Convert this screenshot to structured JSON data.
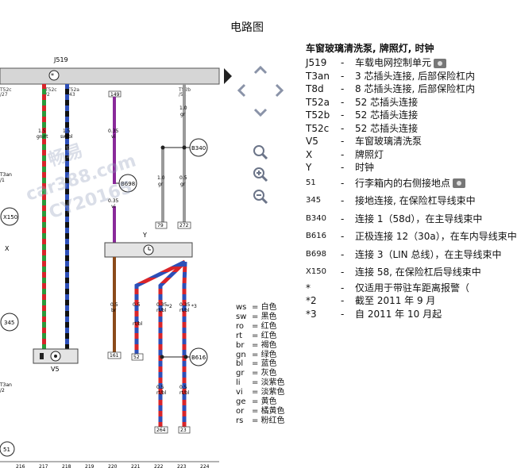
{
  "page_title": "电路图",
  "diagram": {
    "module_label": "J519",
    "connectors_top": [
      "T52c\n/27",
      "T52c\n/2",
      "T52a\n/43",
      "149",
      "T52b\n/51"
    ],
    "wire_labels": [
      {
        "gauge": "1.5",
        "color": "gn/rt"
      },
      {
        "gauge": "1.5",
        "color": "sw/bl"
      },
      {
        "gauge": "0.35",
        "color": "vi"
      },
      {
        "gauge": "1.0",
        "color": "gr"
      },
      {
        "gauge": "0.35",
        "color": "vi"
      },
      {
        "gauge": "1.0",
        "color": "gr"
      },
      {
        "gauge": "0.5",
        "color": "gr"
      },
      {
        "gauge": "0.5",
        "color": "br"
      },
      {
        "gauge": "0.5",
        "color": "rt/bl"
      },
      {
        "gauge": "0.35",
        "color": "rt/bl"
      },
      {
        "gauge": "0.35",
        "color": "rt/bl"
      },
      {
        "gauge": "0.5",
        "color": "rt/bl"
      },
      {
        "gauge": "0.5",
        "color": "rt/bl"
      }
    ],
    "bubbles": [
      "B340",
      "B698",
      "X150",
      "345",
      "B616",
      "51"
    ],
    "left_labels": [
      "T3an\n/1",
      "X",
      "T3an\n/2"
    ],
    "components": [
      "Y",
      "V5"
    ],
    "bottom_refs": [
      "79",
      "272",
      "161",
      "52",
      "264",
      "23"
    ],
    "footnote_marks": [
      "*2",
      "*3"
    ],
    "column_numbers": [
      "216",
      "217",
      "218",
      "219",
      "220",
      "221",
      "222",
      "223",
      "224"
    ],
    "watermark": [
      "畅易",
      "car388.com",
      "CY20165"
    ]
  },
  "legend": {
    "title": "车窗玻璃清洗泵, 牌照灯, 时钟",
    "items": [
      {
        "code": "J519",
        "dash": "-",
        "desc": "车载电网控制单元",
        "camera": true
      },
      {
        "code": "T3an",
        "dash": "-",
        "desc": "3 芯插头连接, 后部保险杠内"
      },
      {
        "code": "T8d",
        "dash": "-",
        "desc": "8 芯插头连接, 后部保险杠内"
      },
      {
        "code": "T52a",
        "dash": "-",
        "desc": "52 芯插头连接"
      },
      {
        "code": "T52b",
        "dash": "-",
        "desc": "52 芯插头连接"
      },
      {
        "code": "T52c",
        "dash": "-",
        "desc": "52 芯插头连接"
      },
      {
        "code": "V5",
        "dash": "-",
        "desc": "车窗玻璃清洗泵"
      },
      {
        "code": "X",
        "dash": "-",
        "desc": "牌照灯"
      },
      {
        "code": "Y",
        "dash": "-",
        "desc": "时钟"
      },
      {
        "code": "51",
        "dash": "-",
        "desc": "行李箱内的右侧接地点",
        "camera": true,
        "small": true
      },
      {
        "code": "345",
        "dash": "-",
        "desc": "接地连接, 在保险杠导线束中",
        "small": true
      },
      {
        "code": "B340",
        "dash": "-",
        "desc": "连接 1（58d），在主导线束中",
        "small": true
      },
      {
        "code": "B616",
        "dash": "-",
        "desc": "正极连接 12（30a），在车内导线束中",
        "small": true
      },
      {
        "code": "B698",
        "dash": "-",
        "desc": "连接 3（LIN 总线），在主导线束中",
        "small": true
      },
      {
        "code": "X150",
        "dash": "-",
        "desc": "连接 58, 在保险杠后导线束中",
        "small": true
      },
      {
        "code": "*",
        "dash": "-",
        "desc": "仅适用于带驻车距离报警（"
      },
      {
        "code": "*2",
        "dash": "-",
        "desc": "截至 2011 年 9 月"
      },
      {
        "code": "*3",
        "dash": "-",
        "desc": "自 2011 年 10 月起"
      }
    ]
  },
  "color_legend": [
    {
      "code": "ws",
      "name": "白色"
    },
    {
      "code": "sw",
      "name": "黑色"
    },
    {
      "code": "ro",
      "name": "红色"
    },
    {
      "code": "rt",
      "name": "红色"
    },
    {
      "code": "br",
      "name": "褐色"
    },
    {
      "code": "gn",
      "name": "绿色"
    },
    {
      "code": "bl",
      "name": "蓝色"
    },
    {
      "code": "gr",
      "name": "灰色"
    },
    {
      "code": "li",
      "name": "淡紫色"
    },
    {
      "code": "vi",
      "name": "淡紫色"
    },
    {
      "code": "ge",
      "name": "黄色"
    },
    {
      "code": "or",
      "name": "橘黄色"
    },
    {
      "code": "rs",
      "name": "粉红色"
    }
  ],
  "colors": {
    "nav_icon": "#8a93a8",
    "module_fill": "#d6d6d6",
    "wire_red": "#d8242a",
    "wire_green": "#2a9a3a",
    "wire_blue": "#2d4fb8",
    "wire_black": "#111111",
    "wire_violet": "#8a2a9a",
    "wire_gray": "#9a9a9a",
    "wire_brown": "#8b4a1a"
  }
}
